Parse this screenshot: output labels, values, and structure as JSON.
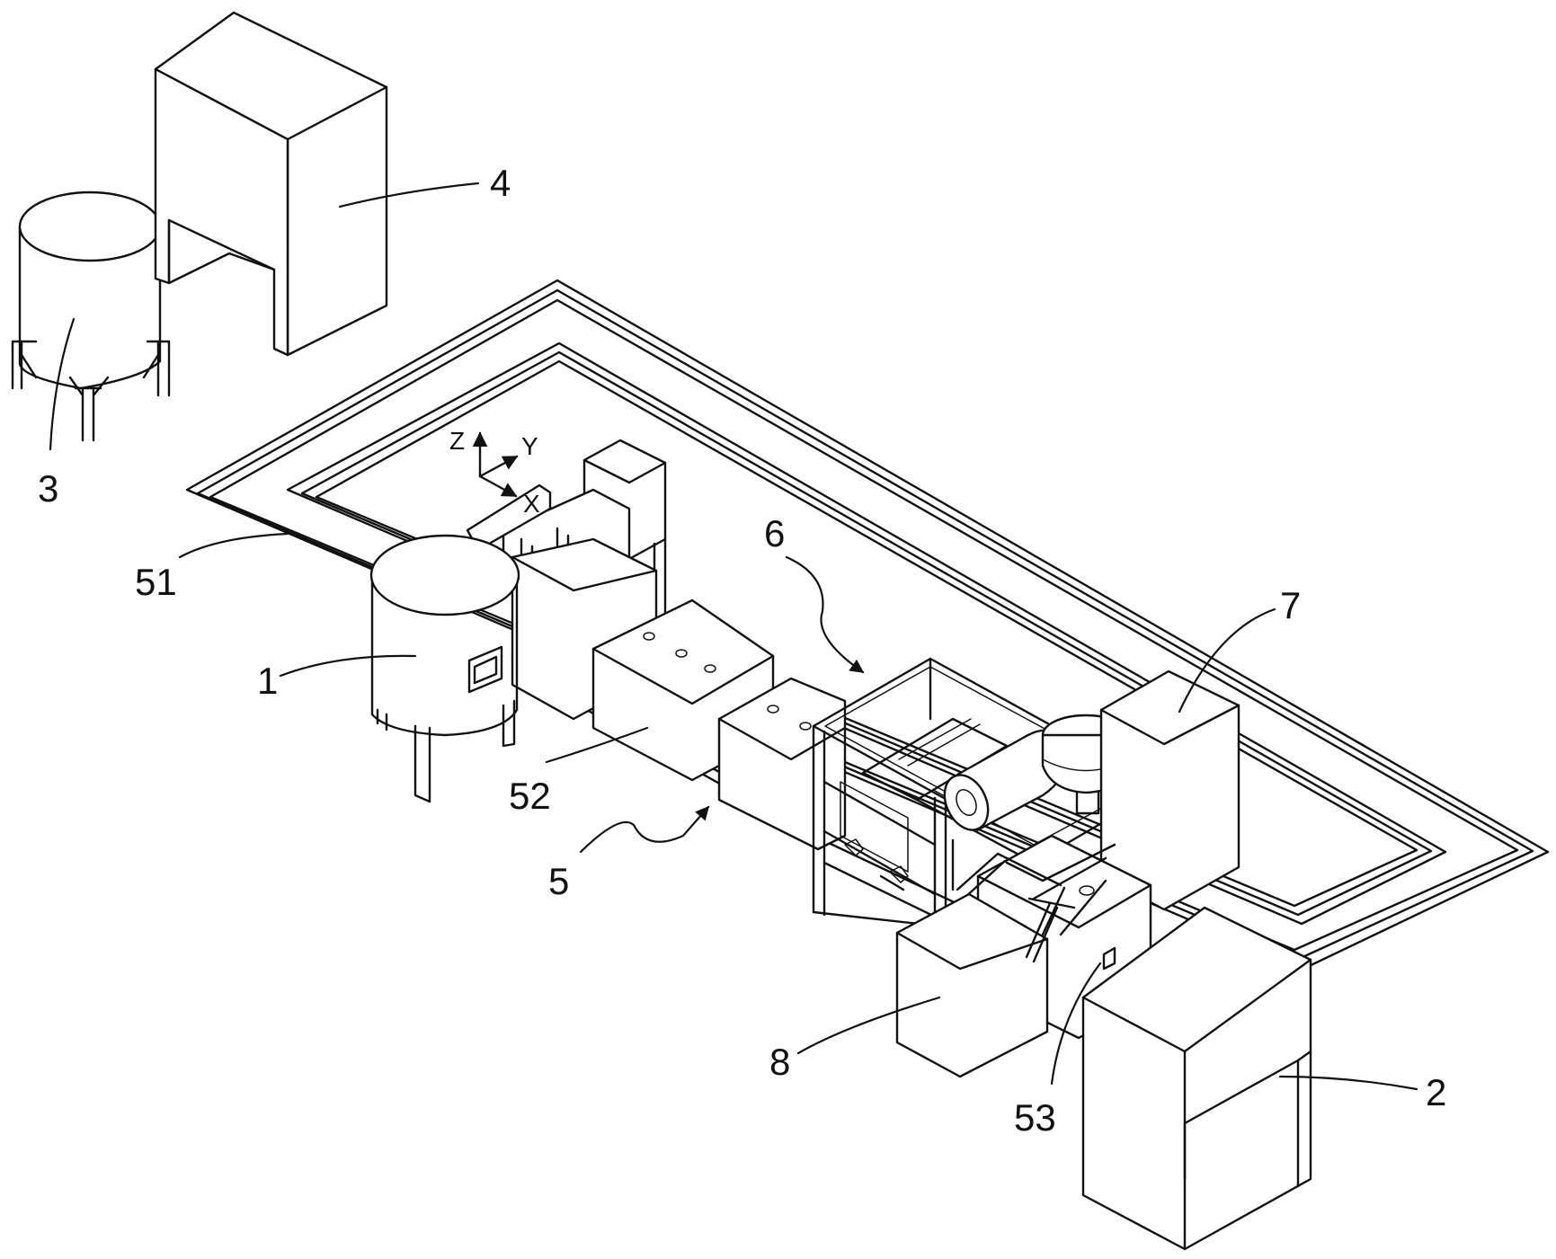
{
  "labels": {
    "n1": "1",
    "n2": "2",
    "n3": "3",
    "n4": "4",
    "n5": "5",
    "n6": "6",
    "n7": "7",
    "n8": "8",
    "n51": "51",
    "n52": "52",
    "n53": "53"
  },
  "axes": {
    "z": "Z",
    "y": "Y",
    "x": "X"
  }
}
